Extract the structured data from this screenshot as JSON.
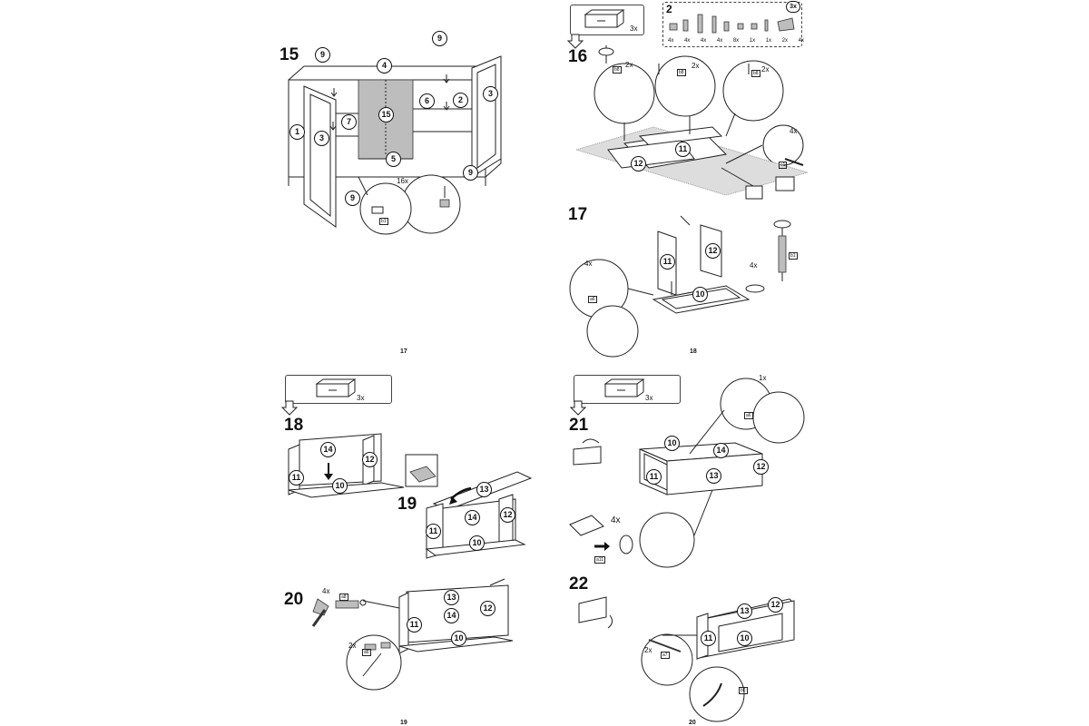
{
  "page17": {
    "page_number": "17",
    "step": "15",
    "callouts": {
      "n1": "1",
      "n2": "2",
      "n3a": "3",
      "n3b": "3",
      "n4": "4",
      "n5": "5",
      "n6": "6",
      "n7": "7",
      "n9a": "9",
      "n9b": "9",
      "n9c": "9",
      "n9d": "9",
      "n15": "15"
    },
    "qty": "16x",
    "part_tag": "b1"
  },
  "page18": {
    "page_number": "18",
    "header_qty": "3x",
    "hardware_qty": "3x",
    "hardware_label": "2",
    "hardware_counts": [
      "4x",
      "4x",
      "4x",
      "4x",
      "8x",
      "1x",
      "1x",
      "2x",
      "4x"
    ],
    "step16": "16",
    "step16_callouts": {
      "a": "11",
      "b": "12"
    },
    "step16_qty": [
      "2x",
      "2x",
      "2x",
      "4x"
    ],
    "step16_tags": [
      "b8",
      "b8",
      "b8",
      "c1"
    ],
    "step17": "17",
    "step17_callouts": {
      "a": "11",
      "b": "12",
      "c": "10"
    },
    "step17_qty": [
      "4x",
      "4x"
    ],
    "step17_tags": [
      "a6",
      "b1"
    ]
  },
  "page19": {
    "page_number": "19",
    "header_qty": "3x",
    "step18": "18",
    "step18_callouts": {
      "a": "14",
      "b": "12",
      "c": "11",
      "d": "10"
    },
    "step19": "19",
    "step19_callouts": {
      "a": "13",
      "b": "14",
      "c": "12",
      "d": "11",
      "e": "10"
    },
    "step20": "20",
    "step20_callouts": {
      "a": "13",
      "b": "12",
      "c": "14",
      "d": "11",
      "e": "10"
    },
    "step20_qty": [
      "4x",
      "2x"
    ],
    "step20_tags": [
      "a8",
      "a6"
    ]
  },
  "page20": {
    "page_number": "20",
    "header_qty": "3x",
    "step21": "21",
    "step21_callouts": {
      "a": "10",
      "b": "14",
      "c": "13",
      "d": "12",
      "e": "11"
    },
    "step21_qty": [
      "1x",
      "4x"
    ],
    "step21_tags": [
      "a6",
      "a11"
    ],
    "step22": "22",
    "step22_callouts": {
      "a": "13",
      "b": "12",
      "c": "11",
      "d": "10"
    },
    "step22_qty": [
      "2x"
    ],
    "step22_tags": [
      "a7",
      "b2"
    ]
  }
}
